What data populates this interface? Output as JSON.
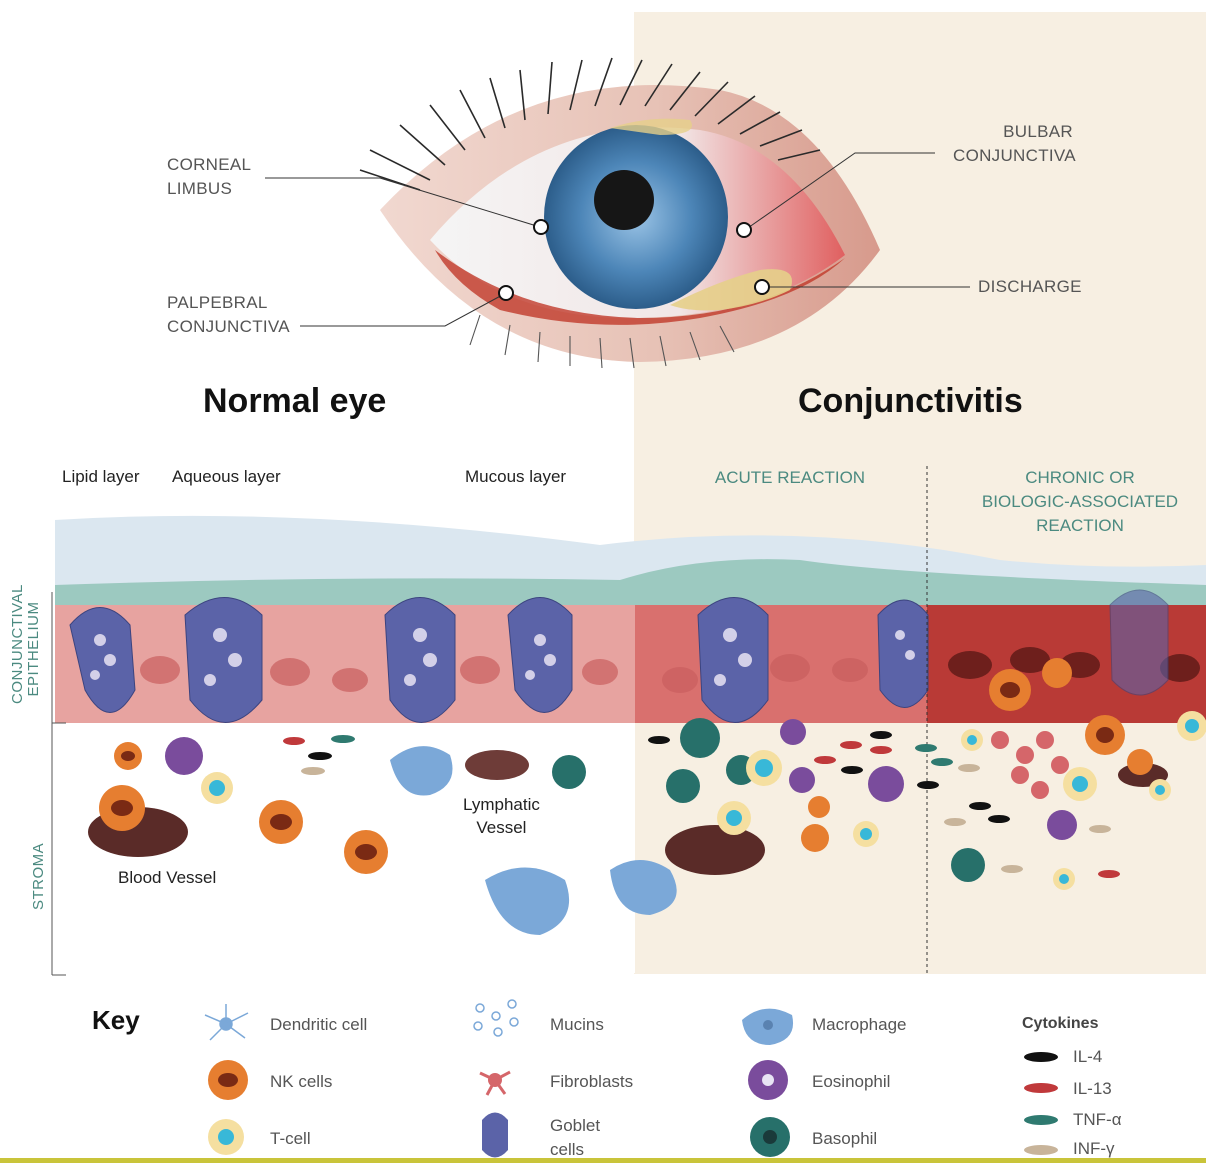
{
  "eye_labels": {
    "corneal_limbus": "CORNEAL\nLIMBUS",
    "palpebral_conjunctiva": "PALPEBRAL\nCONJUNCTIVA",
    "bulbar_conjunctiva": "BULBAR\nCONJUNCTIVA",
    "discharge": "DISCHARGE"
  },
  "titles": {
    "normal": "Normal eye",
    "conjunctivitis": "Conjunctivitis"
  },
  "tear_layers": {
    "lipid": "Lipid layer",
    "aqueous": "Aqueous layer",
    "mucous": "Mucous layer"
  },
  "reactions": {
    "acute": "ACUTE REACTION",
    "chronic": "CHRONIC OR\nBIOLOGIC-ASSOCIATED\nREACTION"
  },
  "tissue_labels": {
    "epithelium": "CONJUNCTIVAL\nEPITHELIUM",
    "stroma": "STROMA",
    "blood_vessel": "Blood Vessel",
    "lymphatic_vessel": "Lymphatic\nVessel"
  },
  "key": {
    "title": "Key",
    "items": [
      {
        "label": "Dendritic cell",
        "icon": "dendritic-cell-icon"
      },
      {
        "label": "NK cells",
        "icon": "nk-cell-icon"
      },
      {
        "label": "T-cell",
        "icon": "t-cell-icon"
      },
      {
        "label": "Mucins",
        "icon": "mucins-icon"
      },
      {
        "label": "Fibroblasts",
        "icon": "fibroblast-icon"
      },
      {
        "label": "Goblet\ncells",
        "icon": "goblet-cell-icon"
      },
      {
        "label": "Macrophage",
        "icon": "macrophage-icon"
      },
      {
        "label": "Eosinophil",
        "icon": "eosinophil-icon"
      },
      {
        "label": "Basophil",
        "icon": "basophil-icon"
      }
    ],
    "cytokines": {
      "title": "Cytokines",
      "items": [
        {
          "label": "IL-4",
          "color": "#111111"
        },
        {
          "label": "IL-13",
          "color": "#c0393b"
        },
        {
          "label": "TNF-α",
          "color": "#2f7a70"
        },
        {
          "label": "INF-γ",
          "color": "#c8b49a"
        }
      ]
    }
  },
  "colors": {
    "panel_bg": "#f7efe2",
    "accent_green": "#4b8a80",
    "bottom_rule": "#c9c43a"
  }
}
